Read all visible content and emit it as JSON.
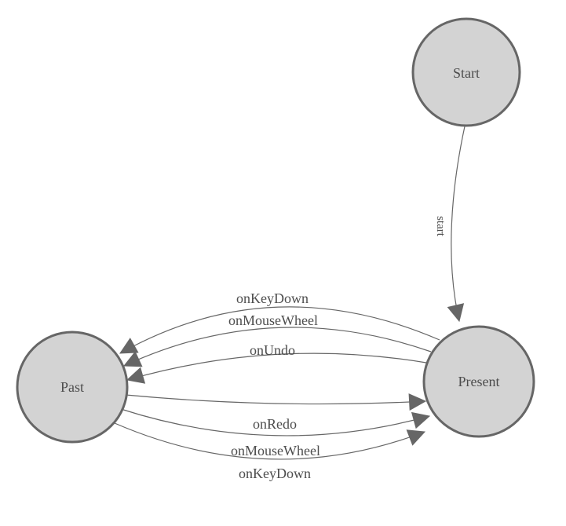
{
  "diagram": {
    "type": "state-machine",
    "nodes": [
      {
        "id": "start",
        "label": "Start"
      },
      {
        "id": "present",
        "label": "Present"
      },
      {
        "id": "past",
        "label": "Past"
      }
    ],
    "edges": [
      {
        "from": "start",
        "to": "present",
        "label": "start"
      },
      {
        "from": "present",
        "to": "past",
        "label": "onKeyDown"
      },
      {
        "from": "present",
        "to": "past",
        "label": "onMouseWheel"
      },
      {
        "from": "present",
        "to": "past",
        "label": "onUndo"
      },
      {
        "from": "past",
        "to": "present",
        "label": "onRedo"
      },
      {
        "from": "past",
        "to": "present",
        "label": "onMouseWheel"
      },
      {
        "from": "past",
        "to": "present",
        "label": "onKeyDown"
      }
    ],
    "colors": {
      "background": "#ffffff",
      "node_fill": "#d3d3d3",
      "node_stroke": "#666666",
      "edge_stroke": "#666666",
      "arrow_fill": "#666666",
      "text": "#4d4d4d"
    }
  }
}
